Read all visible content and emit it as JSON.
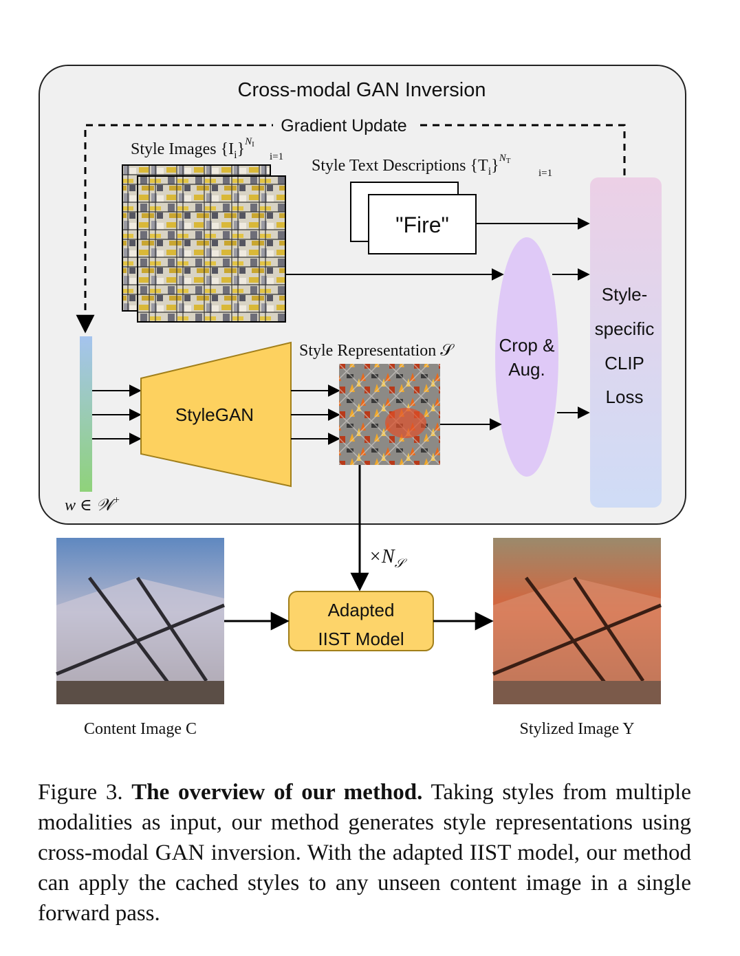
{
  "panel": {
    "title": "Cross-modal GAN Inversion",
    "gradient_update": "Gradient Update",
    "w_label": "w ∈ 𝒲",
    "w_sup": "+"
  },
  "style_images": {
    "label": "Style Images {I",
    "sub": "i",
    "close": "}",
    "sup": "N",
    "sup_sub": "I",
    "range_sub": "i=1"
  },
  "style_text": {
    "label": "Style Text Descriptions {T",
    "sub": "i",
    "close": "}",
    "sup": "N",
    "sup_sub": "T",
    "range_sub": "i=1",
    "card_text": "\"Fire\""
  },
  "stylegan": {
    "label": "StyleGAN"
  },
  "style_repr": {
    "label": "Style Representation 𝒮"
  },
  "crop_aug": {
    "line1": "Crop &",
    "line2": "Aug."
  },
  "clip_loss": {
    "line1": "Style-",
    "line2": "specific",
    "line3": "CLIP",
    "line4": "Loss"
  },
  "multiplier": {
    "text": "×N",
    "sub": "𝒮"
  },
  "iist": {
    "line1": "Adapted",
    "line2": "IIST Model"
  },
  "content_image": {
    "label": "Content Image C"
  },
  "stylized_image": {
    "label": "Stylized Image Y"
  },
  "caption": {
    "prefix": "Figure 3. ",
    "bold": "The overview of our method.",
    "text": " Taking styles from multiple modalities as input, our method generates style representations using cross-modal GAN inversion. With the adapted IIST model, our method can apply the cached styles to any unseen content image in a single forward pass."
  },
  "colors": {
    "panel_bg": "#f0f0f0",
    "stylegan_fill": "#fdd15f",
    "stylegan_stroke": "#a17f1a",
    "crop_fill": "#dfc9f7",
    "iist_fill": "#fdd46a"
  }
}
